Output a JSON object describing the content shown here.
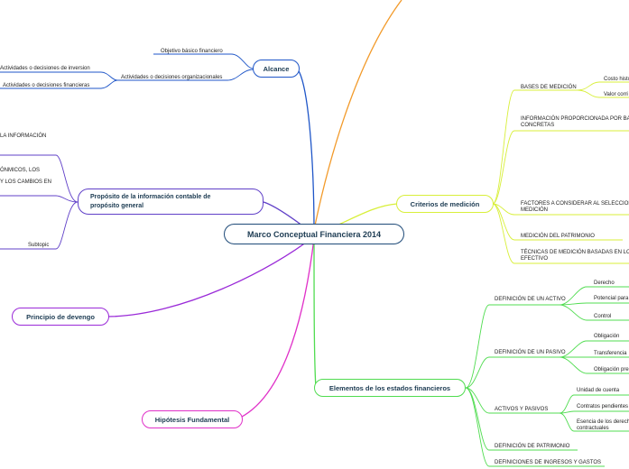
{
  "central": "Marco Conceptual Financiera 2014",
  "alcance": {
    "title": "Alcance",
    "sub1": "Objetivo básico financiero",
    "sub2": "Actividades o decisiones organizacionales",
    "sub2a": "Actividades o decisiones de inversion",
    "sub2b": "Actividades o decisiones financieras"
  },
  "proposito": {
    "title_line1": "Propósito de la información contable de",
    "title_line2": "propósito general",
    "frag1": "LA INFORMACIÓN",
    "frag2": "ÓNMICOS, LOS",
    "frag3": "Y LOS CAMBIOS EN",
    "subtopic": "Subtopic"
  },
  "devengo": "Principio de devengo",
  "hipotesis": "Hipótesis Fundamental",
  "criterios": {
    "title": "Criterios de medición",
    "bases": "BASES DE MEDICIÓN",
    "costo": "Costo histó",
    "valor": "Valor corri",
    "info1": "INFORMACIÓN PROPORCIONADA POR BASE",
    "info2": "CONCRETAS",
    "fact1": "FACTORES A CONSIDERAR AL SELECCIONA",
    "fact2": "MEDICIÓN",
    "patrimonio": "MEDICIÓN DEL PATRIMONIO",
    "tec1": "TÉCNICAS DE MEDICIÓN BASADAS EN LOS",
    "tec2": "EFECTIVO"
  },
  "elementos": {
    "title": "Elementos de los estados financieros",
    "def_activo": "DEFINICIÓN DE UN ACTIVO",
    "derecho": "Derecho",
    "potencial": "Potencial para",
    "control": "Control",
    "def_pasivo": "DEFINICIÓN DE UN PASIVO",
    "obligacion": "Obligación",
    "transferencia": "Transferencia",
    "obligacion_pre": "Obligación pre",
    "activos_pasivos": "ACTIVOS Y PASIVOS",
    "unidad": "Unidad de cuenta",
    "contratos": "Contratos pendientes",
    "esencia1": "Esencia de los derech",
    "esencia2": "contractuales",
    "def_patrimonio": "DEFINICIÓN DE PATRIMONIO",
    "def_ingresos": "DEFINICIONES DE INGRESOS Y GASTOS"
  },
  "colors": {
    "central": "#1e4a78",
    "alcance": "#1f56c8",
    "proposito": "#6040c8",
    "devengo": "#9a2ad8",
    "hipotesis": "#e030c8",
    "criterios": "#d8ef3a",
    "elementos": "#50dc50",
    "orange": "#f29a2a"
  }
}
